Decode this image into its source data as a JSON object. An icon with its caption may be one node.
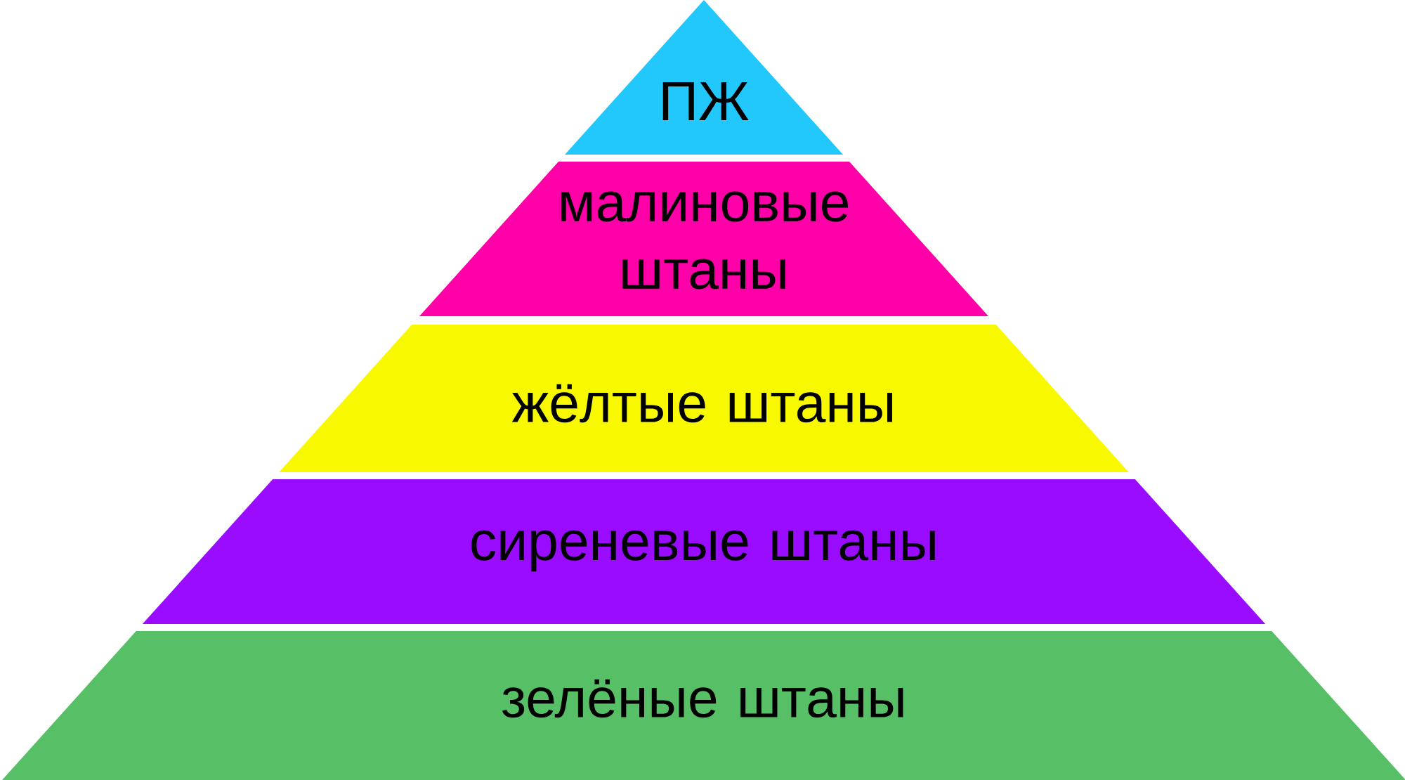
{
  "diagram": {
    "nodes": [
      {
        "text": [
          "ПЖ"
        ]
      },
      {
        "text": [
          "малиновые штаны"
        ]
      },
      {
        "text": [
          "жёлтые штаны"
        ]
      },
      {
        "text": [
          "сиреневые штаны"
        ]
      },
      {
        "text": [
          "зелёные штаны"
        ]
      }
    ]
  }
}
